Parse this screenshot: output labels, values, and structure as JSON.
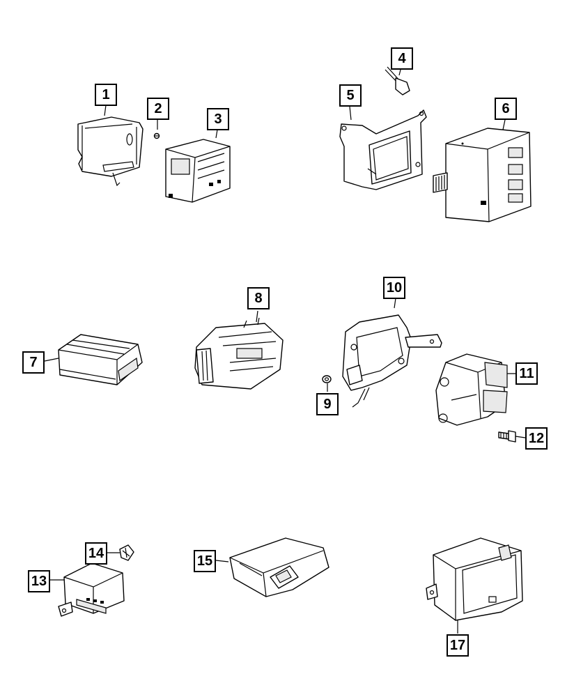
{
  "callouts": [
    {
      "id": "1",
      "label": "1"
    },
    {
      "id": "2",
      "label": "2"
    },
    {
      "id": "3",
      "label": "3"
    },
    {
      "id": "4",
      "label": "4"
    },
    {
      "id": "5",
      "label": "5"
    },
    {
      "id": "6",
      "label": "6"
    },
    {
      "id": "7",
      "label": "7"
    },
    {
      "id": "8",
      "label": "8"
    },
    {
      "id": "9",
      "label": "9"
    },
    {
      "id": "10",
      "label": "10"
    },
    {
      "id": "11",
      "label": "11"
    },
    {
      "id": "12",
      "label": "12"
    },
    {
      "id": "13",
      "label": "13"
    },
    {
      "id": "14",
      "label": "14"
    },
    {
      "id": "15",
      "label": "15"
    },
    {
      "id": "17",
      "label": "17"
    }
  ],
  "colors": {
    "line": "#000000",
    "background": "#ffffff",
    "shade": "#e9e9e9"
  }
}
